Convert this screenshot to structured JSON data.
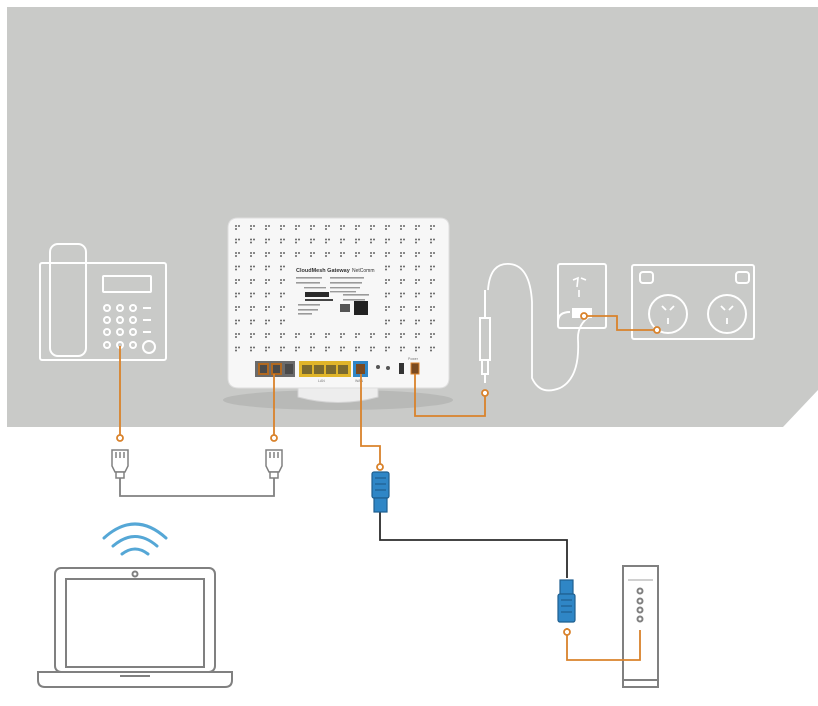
{
  "colors": {
    "wall": "#c9cac8",
    "outline": "#ffffff",
    "cable_orange": "#d9822b",
    "cable_dark": "#2b2b2b",
    "connector_blue": "#2f86c6",
    "line_gray": "#808080",
    "modem_white": "#fdfdfd"
  },
  "router": {
    "brand": "CloudMesh Gateway",
    "sub_brand": "NetComm",
    "port_labels": [
      "LAN",
      "WAN",
      "Power"
    ]
  },
  "devices": {
    "phone": "phone-icon",
    "laptop": "laptop-icon",
    "wifi": "wifi-icon",
    "modem": "nbn-ntd-icon",
    "power_outlet": "power-outlet-icon",
    "power_adapter": "power-adapter-icon"
  }
}
